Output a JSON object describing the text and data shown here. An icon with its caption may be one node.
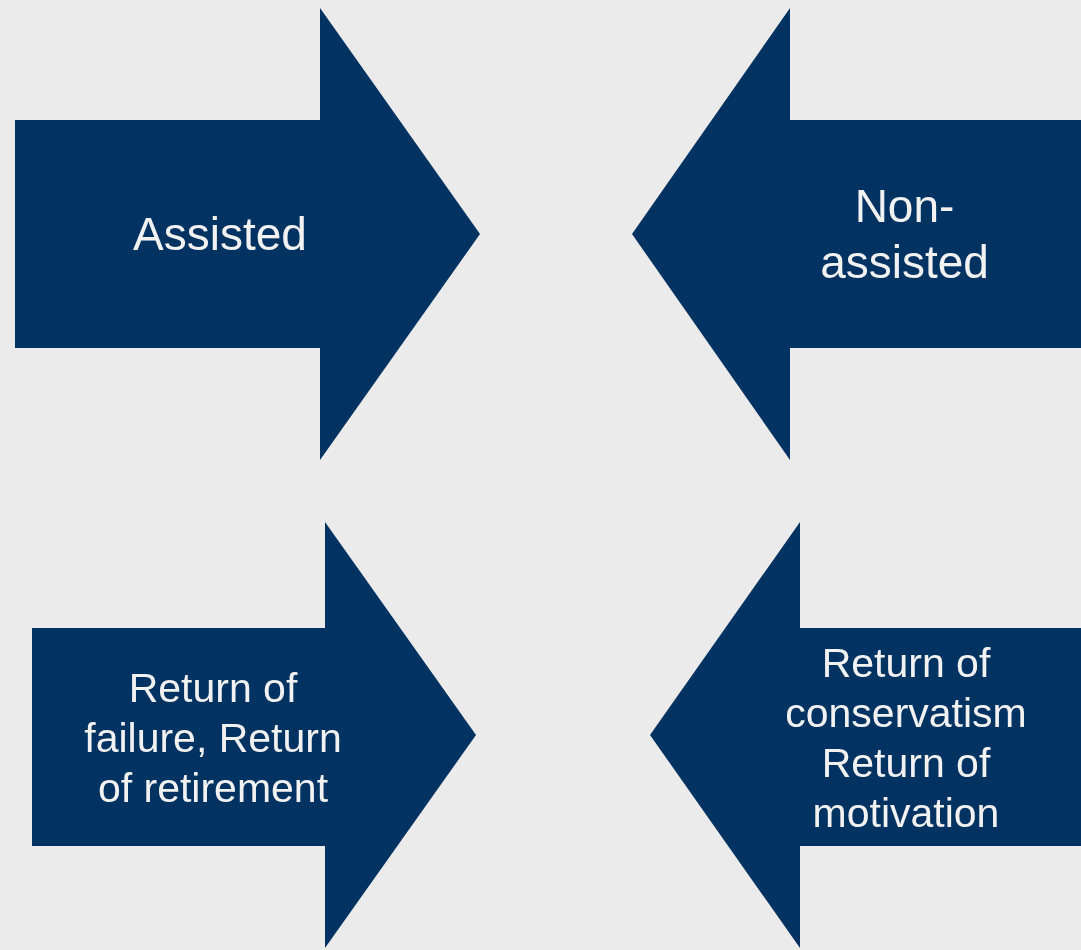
{
  "diagram": {
    "nodes": [
      {
        "text": [
          "Assisted"
        ]
      },
      {
        "text": [
          "Non- assisted"
        ]
      },
      {
        "text": [
          "Return of failure, Return of retirement"
        ]
      },
      {
        "text": [
          "Return of conservatism Return of motivation"
        ]
      }
    ]
  }
}
